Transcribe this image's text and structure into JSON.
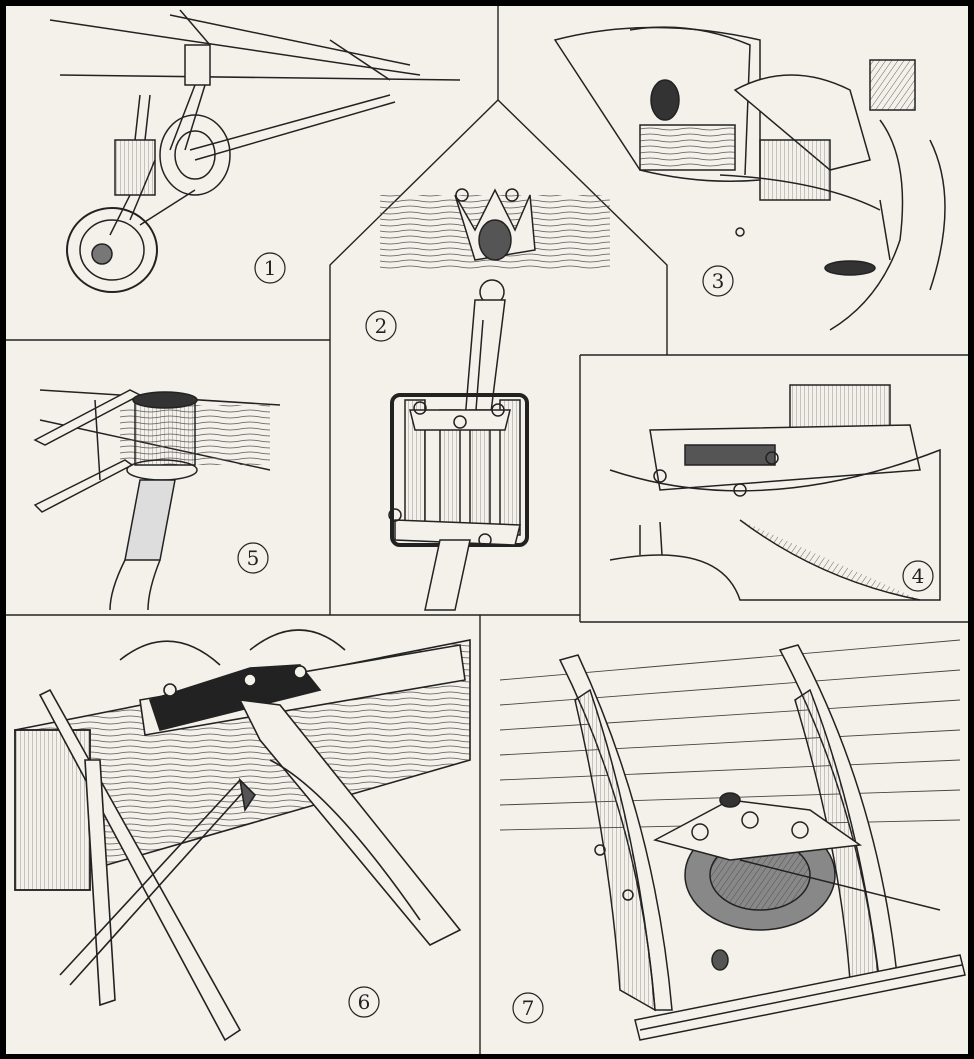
{
  "plate": {
    "background": "#000000",
    "paper_color": "#f3f1ea",
    "ink_color": "#222222",
    "panels": [
      {
        "id": "panel-1",
        "label": "1",
        "subject": "landing-gear-wheel"
      },
      {
        "id": "panel-2",
        "label": "2",
        "subject": "strut-fitting-with-rubber-shock-absorber"
      },
      {
        "id": "panel-3",
        "label": "3",
        "subject": "engine-cowling"
      },
      {
        "id": "panel-4",
        "label": "4",
        "subject": "socket-fitting-on-longeron"
      },
      {
        "id": "panel-5",
        "label": "5",
        "subject": "tube-clamp-on-spar"
      },
      {
        "id": "panel-6",
        "label": "6",
        "subject": "spar-joint-with-wire-fittings"
      },
      {
        "id": "panel-7",
        "label": "7",
        "subject": "fuselage-frame-with-control-drum"
      }
    ]
  }
}
